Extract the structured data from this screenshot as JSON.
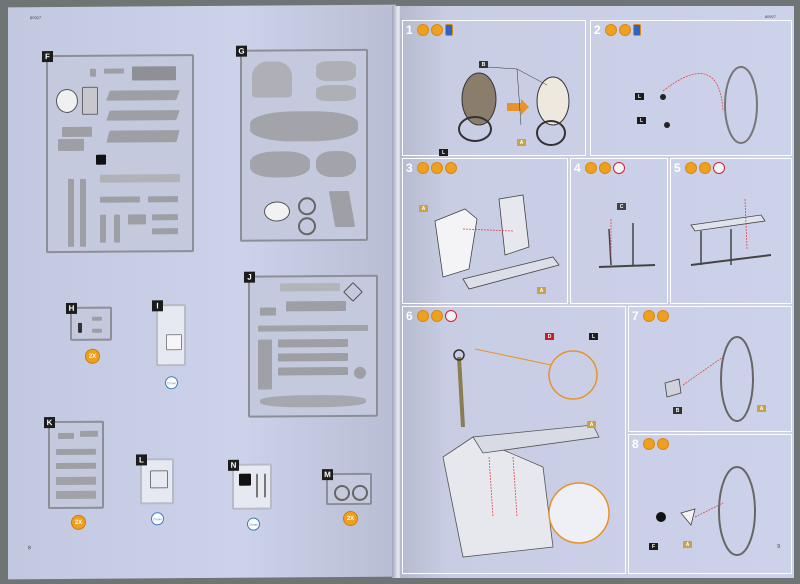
{
  "left_page": {
    "code": "80927",
    "page_number": "8",
    "sprues": [
      {
        "label": "F"
      },
      {
        "label": "G"
      },
      {
        "label": "H",
        "badge": "2X"
      },
      {
        "label": "I",
        "badge": "Chrom"
      },
      {
        "label": "J"
      },
      {
        "label": "K",
        "badge": "2X"
      },
      {
        "label": "L",
        "badge": "Chrom"
      },
      {
        "label": "N",
        "badge": "Chrom"
      },
      {
        "label": "M",
        "badge": "2X"
      }
    ]
  },
  "right_page": {
    "code": "80927",
    "page_number": "9",
    "steps": [
      {
        "number": "1",
        "tags": [
          "B",
          "L",
          "A"
        ]
      },
      {
        "number": "2",
        "tags": [
          "L",
          "L"
        ]
      },
      {
        "number": "3",
        "tags": [
          "A",
          "A"
        ]
      },
      {
        "number": "4",
        "tags": [
          "C"
        ]
      },
      {
        "number": "5",
        "tags": []
      },
      {
        "number": "6",
        "tags": [
          "D",
          "L",
          "A"
        ]
      },
      {
        "number": "7",
        "tags": [
          "B",
          "A"
        ]
      },
      {
        "number": "8",
        "tags": [
          "F",
          "A"
        ]
      }
    ]
  },
  "colors": {
    "page": "#ccd2ea",
    "orange_badge": "#f0a020",
    "tag_a": "#c8a24a",
    "tag_l": "#1d1d1d",
    "tag_d": "#c42020",
    "arrow_red": "#e04a4a",
    "callout_orange": "#e8922a"
  }
}
